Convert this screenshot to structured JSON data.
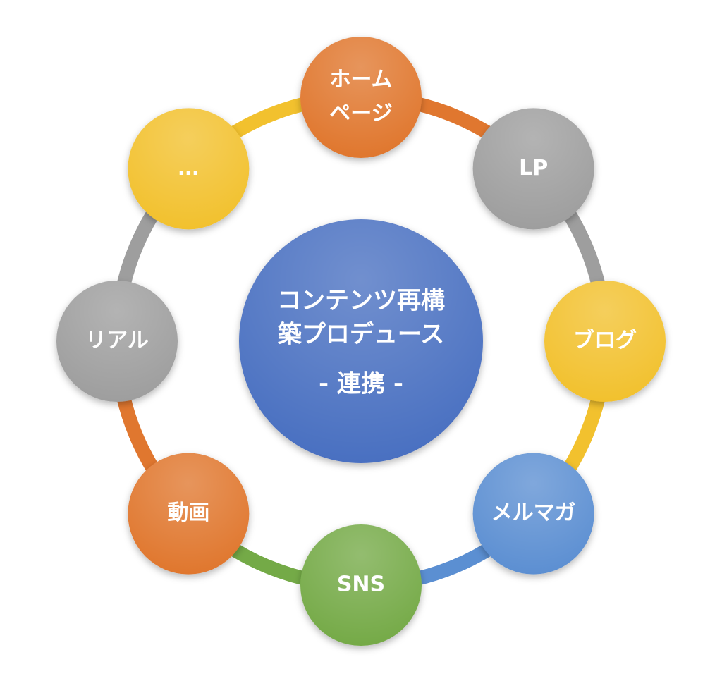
{
  "diagram": {
    "center": {
      "lines": [
        "コンテンツ再構",
        "築プロデュース"
      ],
      "sub": "- 連携 -",
      "color": "#4a6fc1"
    },
    "nodes": [
      {
        "lines": [
          "ホーム",
          "ページ"
        ],
        "color": "#e0772f"
      },
      {
        "lines": [
          "LP"
        ],
        "color": "#9e9e9e"
      },
      {
        "lines": [
          "ブログ"
        ],
        "color": "#f2c12e"
      },
      {
        "lines": [
          "メルマガ"
        ],
        "color": "#5b8fd2"
      },
      {
        "lines": [
          "SNS"
        ],
        "color": "#74aa47"
      },
      {
        "lines": [
          "動画"
        ],
        "color": "#e0772f"
      },
      {
        "lines": [
          "リアル"
        ],
        "color": "#9e9e9e"
      },
      {
        "lines": [
          "…"
        ],
        "color": "#f2c12e"
      }
    ],
    "ring_colors": [
      "#e0772f",
      "#9e9e9e",
      "#f2c12e",
      "#5b8fd2",
      "#74aa47",
      "#e0772f",
      "#9e9e9e",
      "#f2c12e"
    ]
  }
}
